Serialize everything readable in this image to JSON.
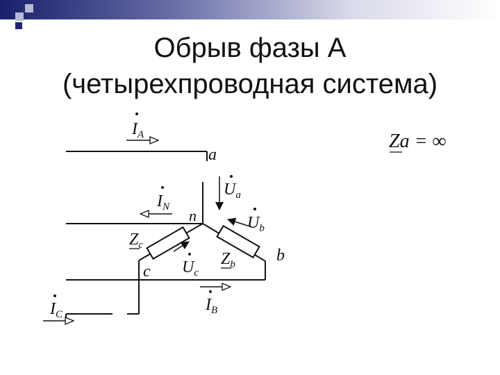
{
  "title": {
    "line1": "Обрыв фазы А",
    "line2": "(четырехпроводная система)"
  },
  "theme": {
    "band_gradient_start": "#1a1f6b",
    "band_gradient_end": "#ffffff",
    "square_dark": "#1f2470",
    "square_light": "#b8bad6",
    "ink": "#111111"
  },
  "diagram": {
    "node_a": "a",
    "node_b": "b",
    "node_c": "c",
    "node_n": "n",
    "current_A": {
      "main": "I",
      "sub": "A"
    },
    "current_B": {
      "main": "I",
      "sub": "B"
    },
    "current_C": {
      "main": "I",
      "sub": "C"
    },
    "current_N": {
      "main": "I",
      "sub": "N"
    },
    "voltage_a": {
      "main": "U",
      "sub": "a"
    },
    "voltage_b": {
      "main": "U",
      "sub": "b"
    },
    "voltage_c": {
      "main": "U",
      "sub": "c"
    },
    "impedance_b": {
      "main": "Z",
      "sub": "b"
    },
    "impedance_c": {
      "main": "Z",
      "sub": "c"
    },
    "condition": "Za = ∞"
  }
}
